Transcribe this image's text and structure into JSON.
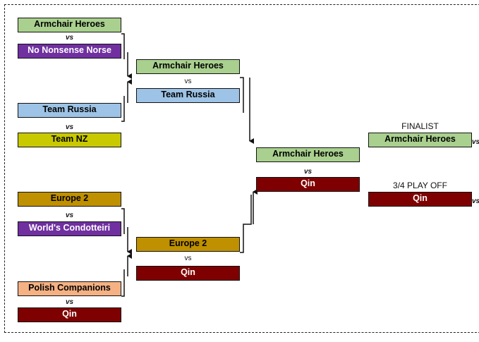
{
  "colors": {
    "armchair": "#a9d08e",
    "norse": "#7030a0",
    "russia": "#9dc3e6",
    "nz": "#c9c900",
    "europe": "#bf9000",
    "condotteiri": "#7030a0",
    "polish": "#f4b183",
    "qin": "#7f0000"
  },
  "round1": {
    "m1": {
      "top": "Armchair Heroes",
      "vs": "vs",
      "bottom": "No Nonsense Norse"
    },
    "m2": {
      "top": "Team Russia",
      "vs": "vs",
      "bottom": "Team NZ"
    },
    "m3": {
      "top": "Europe 2",
      "vs": "vs",
      "bottom": "World's Condotteiri"
    },
    "m4": {
      "top": "Polish Companions",
      "vs": "vs",
      "bottom": "Qin"
    }
  },
  "round2": {
    "sf1": {
      "top": "Armchair Heroes",
      "vs": "vs",
      "bottom": "Team Russia"
    },
    "sf2": {
      "top": "Europe 2",
      "vs": "vs",
      "bottom": "Qin"
    }
  },
  "round3": {
    "top": "Armchair Heroes",
    "vs": "vs",
    "bottom": "Qin"
  },
  "results": {
    "finalist_label": "FINALIST",
    "finalist": "Armchair Heroes",
    "finalist_vs": "vs",
    "playoff_label": "3/4 PLAY OFF",
    "playoff": "Qin",
    "playoff_vs": "vs"
  }
}
